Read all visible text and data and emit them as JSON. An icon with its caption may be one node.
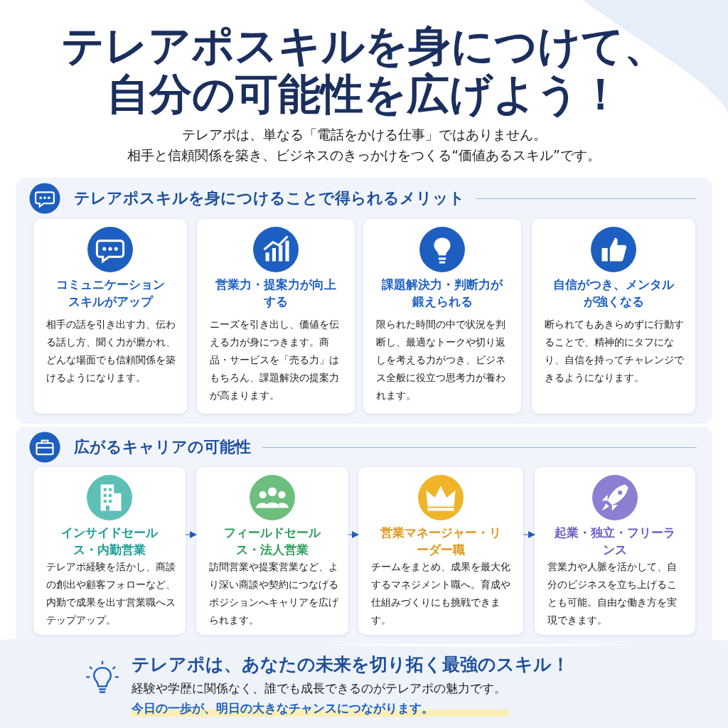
{
  "diagram": {
    "title": "テレアポスキルを身につけて、自分の可能性を広げよう！",
    "nodes": [
      {
        "text": [
          "テレアポスキルを身につけることで得られるメリット"
        ]
      },
      {
        "text": [
          "コミュニケーションスキルがアップ",
          "相手の話を引き出す力、伝わる話し方、聞く力が磨かれ、どんな場面でも信頼関係を築けるようになります。"
        ],
        "in": 0
      },
      {
        "text": [
          "営業力・提案力が向上する",
          "ニーズを引き出し、価値を伝える力が身につきます。商品・サービスを「売る力」はもちろん、課題解決の提案力が高まります。"
        ],
        "in": 0
      },
      {
        "text": [
          "課題解決力・判断力が鍛えられる",
          "限られた時間の中で状況を判断し、最適なトークや切り返しを考える力がつき、ビジネス全般に役立つ思考力が養われます。"
        ],
        "in": 0
      },
      {
        "text": [
          "自信がつき、メンタルが強くなる",
          "断られてもあきらめずに行動することで、精神的にタフになり、自信を持ってチャレンジできるようになります。"
        ],
        "in": 0
      },
      {
        "text": [
          "広がるキャリアの可能性"
        ]
      },
      {
        "text": [
          "インサイドセールス・内勤営業",
          "テレアポ経験を活かし、商談の創出や顧客フォローなど、内勤で成果を出す営業職へステップアップ。"
        ],
        "in": 5
      },
      {
        "text": [
          "フィールドセールス・法人営業",
          "訪問営業や提案営業など、より深い商談や契約につなげるポジションへキャリアを広げられます。"
        ],
        "in": 5
      },
      {
        "text": [
          "営業マネージャー・リーダー職",
          "チームをまとめ、成果を最大化するマネジメント職へ。育成や仕組みづくりにも挑戦できます。"
        ],
        "in": 5
      },
      {
        "text": [
          "起業・独立・フリーランス",
          "営業力や人脈を活かして、自分のビジネスを立ち上げることも可能。自由な働き方を実現できます。"
        ],
        "in": 5
      }
    ],
    "edges": [
      {
        "from": 6,
        "to": 7,
        "arrow": "to"
      },
      {
        "from": 7,
        "to": 8,
        "arrow": "to"
      },
      {
        "from": 8,
        "to": 9,
        "arrow": "to"
      }
    ],
    "labels": [
      "テレアポは、単なる「電話をかける仕事」ではありません。",
      "相手と信頼関係を築き、ビジネスのきっかけをつくる“価値あるスキル”です。",
      "テレアポは、あなたの未来を切り拓く最強のスキル！",
      "経験や学歴に関係なく、誰でも成長できるのがテレアポの魅力です。",
      "今日の一歩が、明日の大きなチャンスにつながります。"
    ]
  }
}
